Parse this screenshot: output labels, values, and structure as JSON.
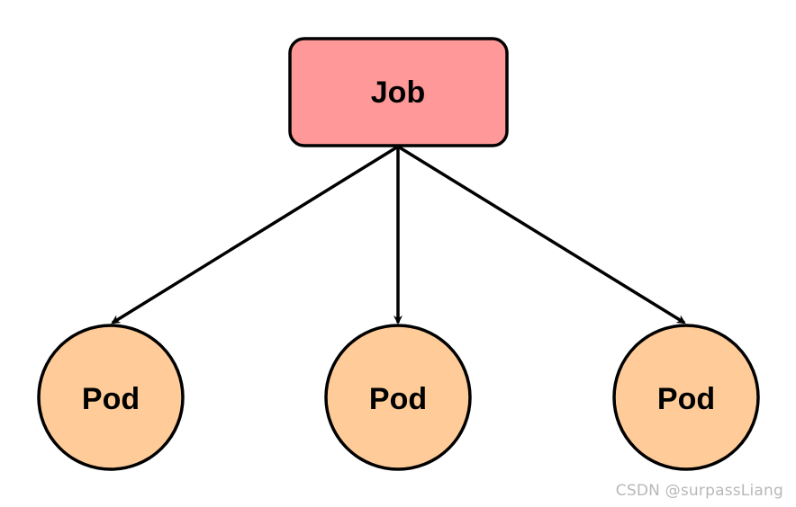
{
  "diagram": {
    "job": {
      "label": "Job",
      "fill": "#ff9999",
      "stroke": "#000000"
    },
    "pods": [
      {
        "label": "Pod",
        "fill": "#ffcc99",
        "stroke": "#000000"
      },
      {
        "label": "Pod",
        "fill": "#ffcc99",
        "stroke": "#000000"
      },
      {
        "label": "Pod",
        "fill": "#ffcc99",
        "stroke": "#000000"
      }
    ],
    "edge_color": "#000000"
  },
  "watermark": "CSDN @surpassLiang"
}
